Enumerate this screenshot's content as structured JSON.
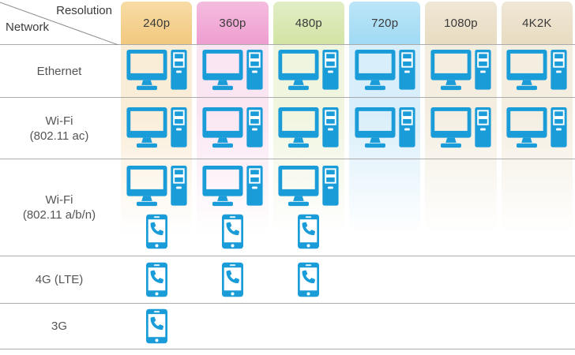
{
  "corner": {
    "top_label": "Resolution",
    "bottom_label": "Network"
  },
  "columns": [
    {
      "label": "240p",
      "header_top": "#F8DCA6",
      "header_bottom": "#F2C87E",
      "strip": "#FAEDD8"
    },
    {
      "label": "360p",
      "header_top": "#F5BCDF",
      "header_bottom": "#EE9ED0",
      "strip": "#FAE6F2"
    },
    {
      "label": "480p",
      "header_top": "#E2EDC6",
      "header_bottom": "#D2E4A4",
      "strip": "#F0F5DF"
    },
    {
      "label": "720p",
      "header_top": "#BCE5F8",
      "header_bottom": "#A0DAF4",
      "strip": "#D8EEFA"
    },
    {
      "label": "1080p",
      "header_top": "#F0E7D6",
      "header_bottom": "#E8DCC1",
      "strip": "#F4EEE1"
    },
    {
      "label": "4K2K",
      "header_top": "#F0E7D6",
      "header_bottom": "#E8DCC1",
      "strip": "#F4EEE1"
    }
  ],
  "rows": [
    {
      "label": "Ethernet",
      "devices": [
        "desktop",
        "desktop",
        "desktop",
        "desktop",
        "desktop",
        "desktop"
      ]
    },
    {
      "label": "Wi-Fi\n(802.11 ac)",
      "devices": [
        "desktop",
        "desktop",
        "desktop",
        "desktop",
        "desktop",
        "desktop"
      ]
    },
    {
      "label": "Wi-Fi\n(802.11 a/b/n)",
      "devices": [
        "desktop+phone",
        "desktop+phone",
        "desktop+phone",
        "none",
        "none",
        "none"
      ]
    },
    {
      "label": "4G (LTE)",
      "devices": [
        "phone",
        "phone",
        "phone",
        "none",
        "none",
        "none"
      ]
    },
    {
      "label": "3G",
      "devices": [
        "phone",
        "none",
        "none",
        "none",
        "none",
        "none"
      ]
    }
  ],
  "icons": {
    "desktop": "desktop-computer-icon",
    "phone": "smartphone-icon"
  },
  "colors": {
    "device_icon": "#1A9CD9",
    "divider": "#ABABAB",
    "corner_line": "#8C8C8C",
    "header_text": "#3B3B3B",
    "row_label_text": "#555555"
  },
  "chart_data": {
    "type": "table",
    "columns": [
      "240p",
      "360p",
      "480p",
      "720p",
      "1080p",
      "4K2K"
    ],
    "rows": [
      "Ethernet",
      "Wi-Fi (802.11 ac)",
      "Wi-Fi (802.11 a/b/n)",
      "4G (LTE)",
      "3G"
    ],
    "values": [
      [
        "desktop",
        "desktop",
        "desktop",
        "desktop",
        "desktop",
        "desktop"
      ],
      [
        "desktop",
        "desktop",
        "desktop",
        "desktop",
        "desktop",
        "desktop"
      ],
      [
        "desktop+phone",
        "desktop+phone",
        "desktop+phone",
        "",
        "",
        ""
      ],
      [
        "phone",
        "phone",
        "phone",
        "",
        "",
        ""
      ],
      [
        "phone",
        "",
        "",
        "",
        "",
        ""
      ]
    ],
    "axis_labels": {
      "columns_axis": "Resolution",
      "rows_axis": "Network"
    },
    "legend_position": "none",
    "grid": "horizontal-dividers"
  }
}
